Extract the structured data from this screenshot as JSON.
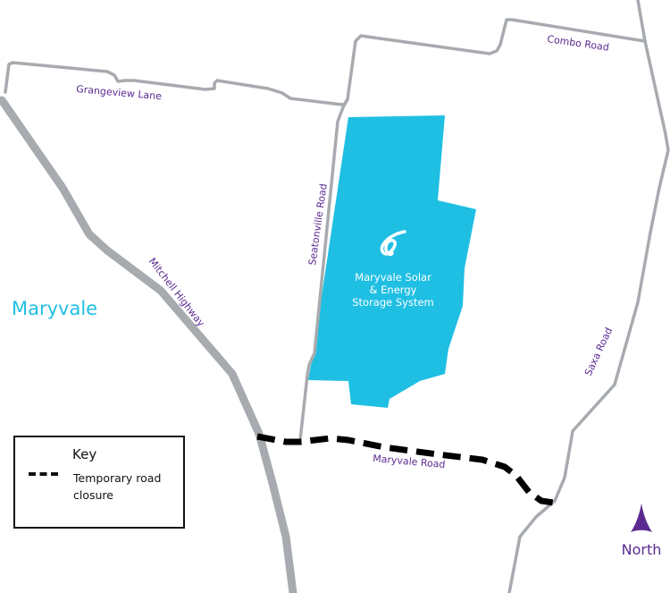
{
  "map": {
    "town": {
      "name": "Maryvale",
      "color": "#1fbfe3"
    },
    "site": {
      "name_lines": [
        "Maryvale Solar",
        "& Energy",
        "Storage System"
      ],
      "fill_color": "#1fbfe3",
      "icon": "company-logo-swirl-icon"
    },
    "roads": [
      {
        "id": "grangeview-lane",
        "label": "Grangeview Lane",
        "type": "minor"
      },
      {
        "id": "combo-road",
        "label": "Combo Road",
        "type": "minor"
      },
      {
        "id": "seatonville-road",
        "label": "Seatonville Road",
        "type": "minor"
      },
      {
        "id": "mitchell-highway",
        "label": "Mitchell Highway",
        "type": "major"
      },
      {
        "id": "saxa-road",
        "label": "Saxa Road",
        "type": "minor"
      },
      {
        "id": "maryvale-road",
        "label": "Maryvale Road",
        "type": "closed"
      }
    ],
    "colors": {
      "road": "#a7abaf",
      "road_label": "#5b2a91",
      "closure": "#000000",
      "north_arrow": "#5b2a91"
    }
  },
  "key": {
    "title": "Key",
    "items": [
      {
        "symbol": "dashed-line",
        "label": "Temporary road closure"
      }
    ]
  },
  "north": {
    "label": "North",
    "icon": "north-arrow-icon"
  }
}
